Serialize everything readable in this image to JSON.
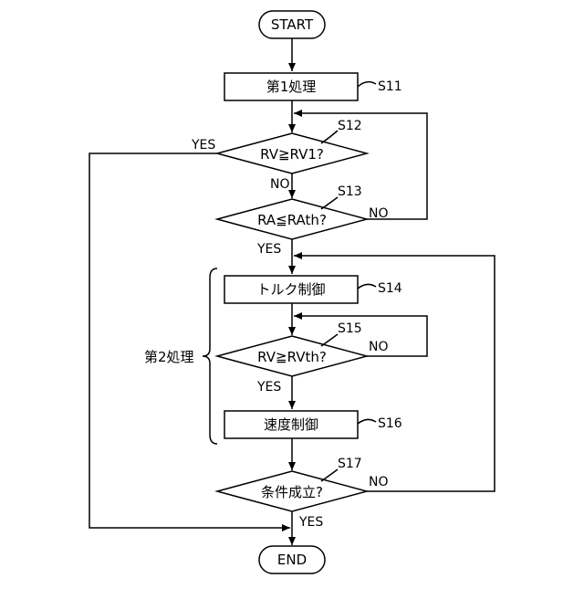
{
  "terminals": {
    "start": "START",
    "end": "END"
  },
  "process": {
    "s11": "第1処理",
    "s14": "トルク制御",
    "s16": "速度制御"
  },
  "decisions": {
    "s12": "RV≧RV1?",
    "s13": "RA≦RAth?",
    "s15": "RV≧RVth?",
    "s17": "条件成立?"
  },
  "step_labels": {
    "s11": "S11",
    "s12": "S12",
    "s13": "S13",
    "s14": "S14",
    "s15": "S15",
    "s16": "S16",
    "s17": "S17"
  },
  "branch_labels": {
    "yes": "YES",
    "no": "NO"
  },
  "group_label": "第2処理"
}
